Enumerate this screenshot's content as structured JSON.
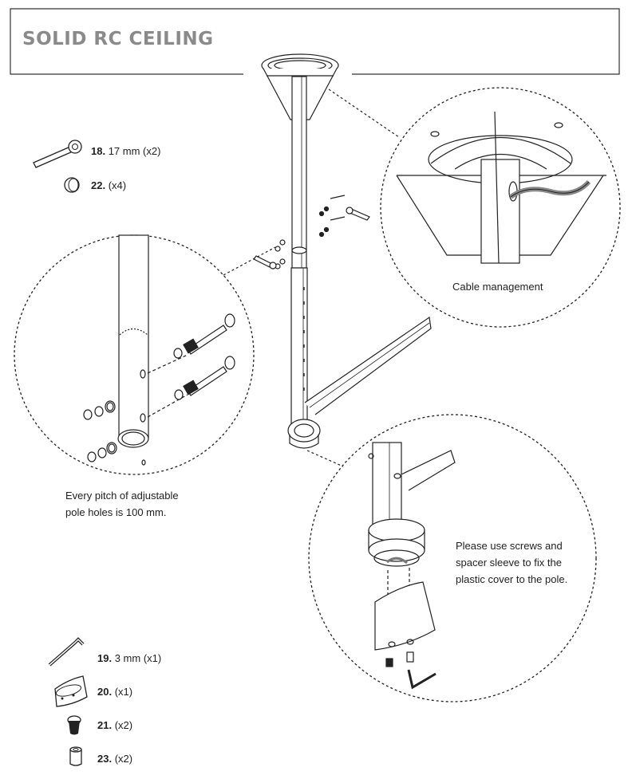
{
  "header": {
    "title": "SOLID RC CEILING"
  },
  "parts_top": [
    {
      "num": "18.",
      "desc": "17 mm (x2)",
      "icon": "wrench-icon"
    },
    {
      "num": "22.",
      "desc": "(x4)",
      "icon": "nut-icon"
    }
  ],
  "parts_bottom": [
    {
      "num": "19.",
      "desc": "3 mm (x1)",
      "icon": "hex-key-icon"
    },
    {
      "num": "20.",
      "desc": "(x1)",
      "icon": "plastic-cover-icon"
    },
    {
      "num": "21.",
      "desc": "(x2)",
      "icon": "screw-icon"
    },
    {
      "num": "23.",
      "desc": "(x2)",
      "icon": "spacer-sleeve-icon"
    }
  ],
  "callouts": {
    "cable": [
      "Cable management"
    ],
    "pitch": [
      "Every pitch of adjustable",
      "pole holes is 100 mm."
    ],
    "cover": [
      "Please use screws and",
      "spacer sleeve to fix the",
      "plastic cover to the pole."
    ]
  }
}
